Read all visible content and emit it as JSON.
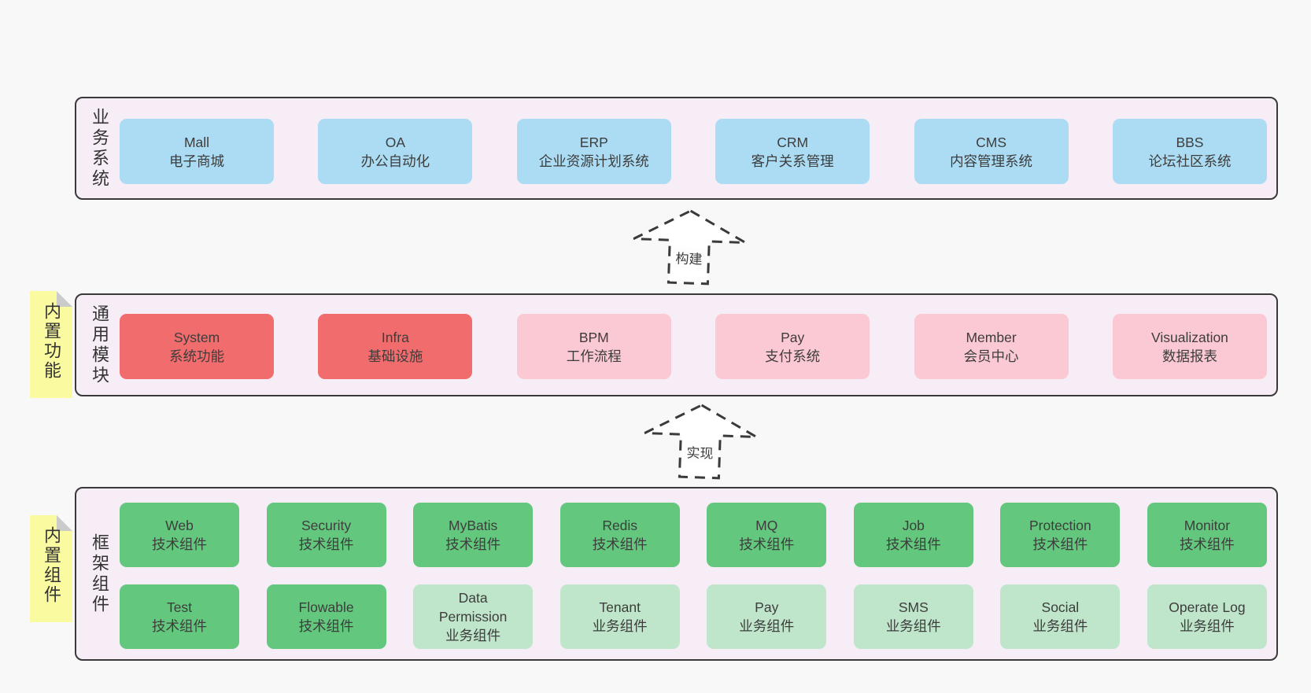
{
  "diagram": {
    "bands": [
      {
        "label": "业务系统",
        "boxes": [
          {
            "title": "Mall",
            "subtitle": "电子商城"
          },
          {
            "title": "OA",
            "subtitle": "办公自动化"
          },
          {
            "title": "ERP",
            "subtitle": "企业资源计划系统"
          },
          {
            "title": "CRM",
            "subtitle": "客户关系管理"
          },
          {
            "title": "CMS",
            "subtitle": "内容管理系统"
          },
          {
            "title": "BBS",
            "subtitle": "论坛社区系统"
          }
        ]
      },
      {
        "label": "通用模块",
        "note": "内置功能",
        "boxes": [
          {
            "title": "System",
            "subtitle": "系统功能"
          },
          {
            "title": "Infra",
            "subtitle": "基础设施"
          },
          {
            "title": "BPM",
            "subtitle": "工作流程"
          },
          {
            "title": "Pay",
            "subtitle": "支付系统"
          },
          {
            "title": "Member",
            "subtitle": "会员中心"
          },
          {
            "title": "Visualization",
            "subtitle": "数据报表"
          }
        ]
      },
      {
        "label": "框架组件",
        "note": "内置组件",
        "rows": [
          [
            {
              "title": "Web",
              "subtitle": "技术组件"
            },
            {
              "title": "Security",
              "subtitle": "技术组件"
            },
            {
              "title": "MyBatis",
              "subtitle": "技术组件"
            },
            {
              "title": "Redis",
              "subtitle": "技术组件"
            },
            {
              "title": "MQ",
              "subtitle": "技术组件"
            },
            {
              "title": "Job",
              "subtitle": "技术组件"
            },
            {
              "title": "Protection",
              "subtitle": "技术组件"
            },
            {
              "title": "Monitor",
              "subtitle": "技术组件"
            }
          ],
          [
            {
              "title": "Test",
              "subtitle": "技术组件"
            },
            {
              "title": "Flowable",
              "subtitle": "技术组件"
            },
            {
              "title": "Data Permission",
              "subtitle": "业务组件"
            },
            {
              "title": "Tenant",
              "subtitle": "业务组件"
            },
            {
              "title": "Pay",
              "subtitle": "业务组件"
            },
            {
              "title": "SMS",
              "subtitle": "业务组件"
            },
            {
              "title": "Social",
              "subtitle": "业务组件"
            },
            {
              "title": "Operate Log",
              "subtitle": "业务组件"
            }
          ]
        ]
      }
    ],
    "arrows": [
      {
        "label": "构建"
      },
      {
        "label": "实现"
      }
    ],
    "palette": {
      "page_bg": "#f8f8f8",
      "band_bg": "#f7edf6",
      "band_border": "#3a3a3a",
      "blue": "#abdcf3",
      "red": "#f16c6d",
      "pink": "#fbc9d3",
      "green": "#63c87d",
      "light_green": "#bfe6ca",
      "note_yellow": "#fafaa0",
      "fold_gray": "#cbcbcb",
      "text": "#3d3d3d"
    }
  }
}
